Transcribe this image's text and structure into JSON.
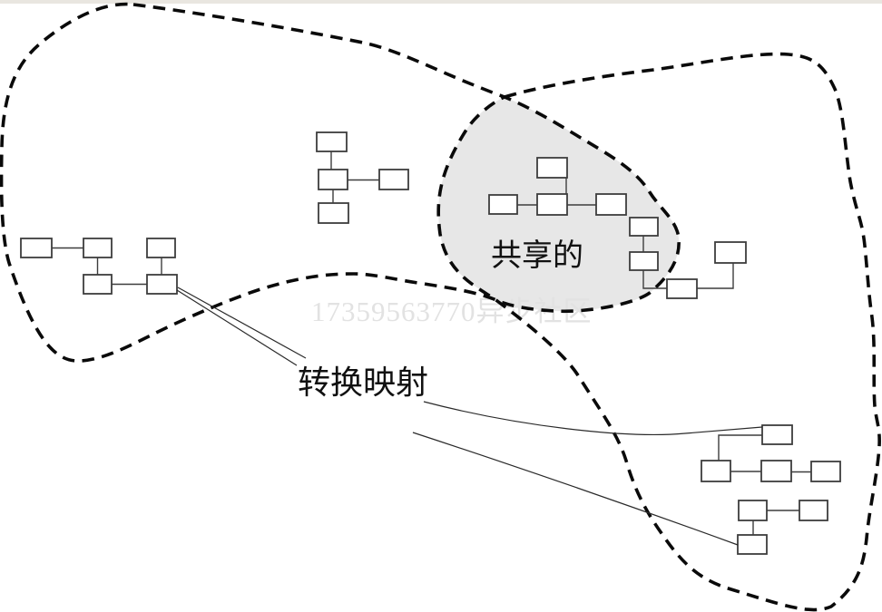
{
  "figure": {
    "kind": "context-map-diagram",
    "description_visible_elements": {
      "regions": 2,
      "shared_overlap_region": 1,
      "node_clusters": [
        {
          "name": "left",
          "nodes": 5
        },
        {
          "name": "top-middle",
          "nodes": 4
        },
        {
          "name": "shared",
          "nodes": 6
        },
        {
          "name": "shared-to-right-chain",
          "nodes": 2
        },
        {
          "name": "right-upper",
          "nodes": 4
        },
        {
          "name": "right-lower",
          "nodes": 3
        }
      ],
      "mapping_lines": 4
    }
  },
  "labels": {
    "shared": "共享的",
    "mapping": "转换映射"
  },
  "watermark": {
    "text": "17359563770异步社区",
    "color": "#e2e2e2"
  },
  "colors": {
    "shared_fill": "#e7e7e7",
    "boundary": "#0a0a0a",
    "node_fill": "#ffffff",
    "node_stroke": "#3d3d3d",
    "mapping_line": "#2a2a2a",
    "edge_strip": "#e9e6e0"
  }
}
